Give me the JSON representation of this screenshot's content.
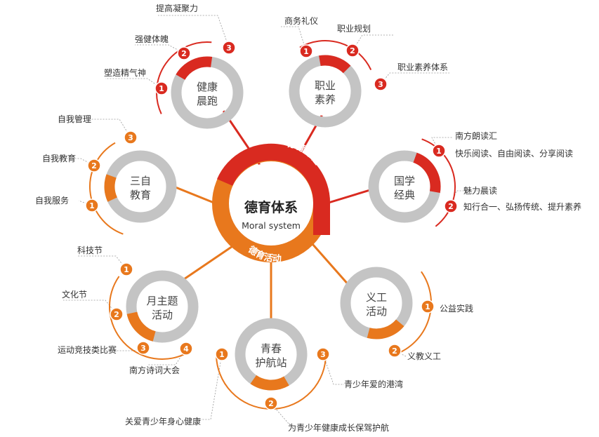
{
  "center": {
    "title": "德育体系",
    "subtitle": "Moral system",
    "ring_top": "德育课程",
    "ring_bottom": "德育活动"
  },
  "colors": {
    "red": "#d92a20",
    "orange": "#e8781d",
    "gray": "#c4c4c4"
  },
  "nodes": {
    "health": {
      "line1": "健康",
      "line2": "晨跑",
      "items": [
        "塑造精气神",
        "强健体魄",
        "提高凝聚力"
      ]
    },
    "career": {
      "line1": "职业",
      "line2": "素养",
      "items": [
        "商务礼仪",
        "职业规划",
        "职业素养体系"
      ]
    },
    "guoxue": {
      "line1": "国学",
      "line2": "经典",
      "items": [
        "南方朗读汇",
        "快乐阅读、自由阅读、分享阅读",
        "魅力晨读",
        "知行合一、弘扬传统、提升素养"
      ]
    },
    "volunteer": {
      "line1": "义工",
      "line2": "活动",
      "items": [
        "公益实践",
        "义教义工"
      ]
    },
    "youth": {
      "line1": "青春",
      "line2": "护航站",
      "items": [
        "关爱青少年身心健康",
        "为青少年健康成长保驾护航",
        "青少年爱的港湾"
      ]
    },
    "monthly": {
      "line1": "月主题",
      "line2": "活动",
      "items": [
        "科技节",
        "文化节",
        "运动竞技类比赛",
        "南方诗词大会"
      ]
    },
    "three": {
      "line1": "三自",
      "line2": "教育",
      "items": [
        "自我服务",
        "自我教育",
        "自我管理"
      ]
    }
  }
}
